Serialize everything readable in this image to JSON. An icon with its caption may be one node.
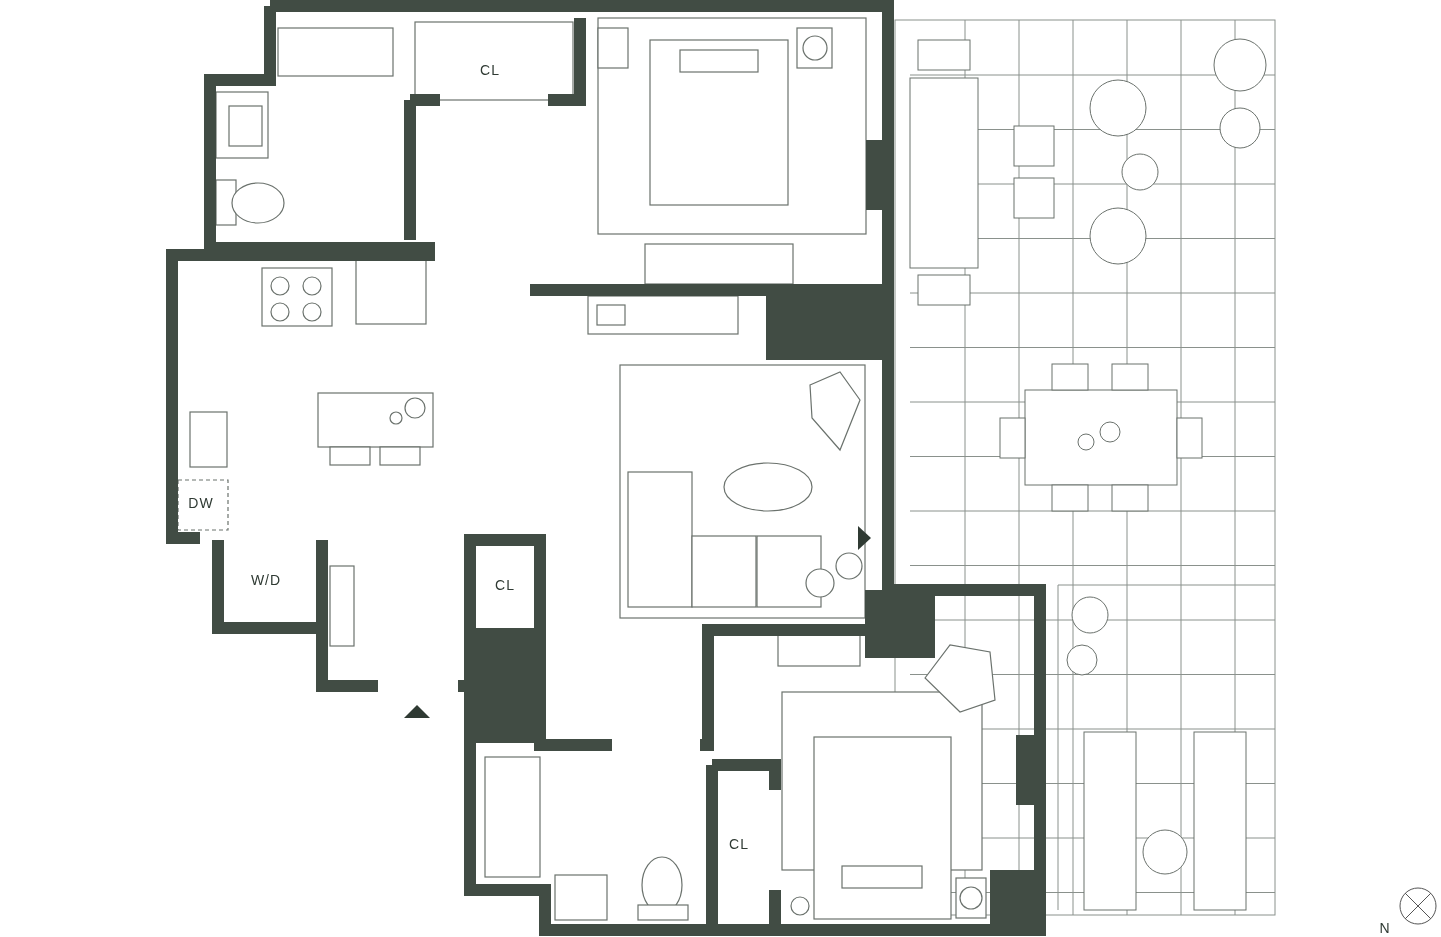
{
  "diagram": {
    "labels": [
      "CL",
      "DW",
      "W/D",
      "CL",
      "CL",
      "N"
    ]
  }
}
